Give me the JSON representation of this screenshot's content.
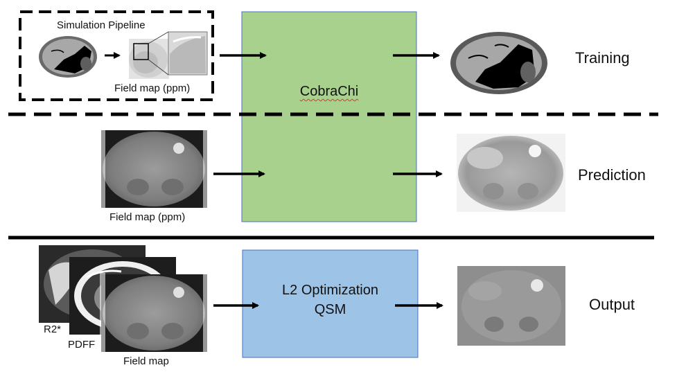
{
  "rows": {
    "training": "Training",
    "prediction": "Prediction",
    "output": "Output"
  },
  "simulation": {
    "title": "Simulation Pipeline",
    "field_map_label": "Field map (ppm)"
  },
  "prediction_input": {
    "label": "Field map (ppm)"
  },
  "output_inputs": {
    "r2_label": "R2*",
    "pdff_label": "PDFF",
    "field_map_label": "Field map"
  },
  "cobrachi": {
    "label": "CobraChi",
    "color": "#a9d18e"
  },
  "l2": {
    "line1": "L2 Optimization",
    "line2": "QSM",
    "color": "#9dc3e6"
  }
}
